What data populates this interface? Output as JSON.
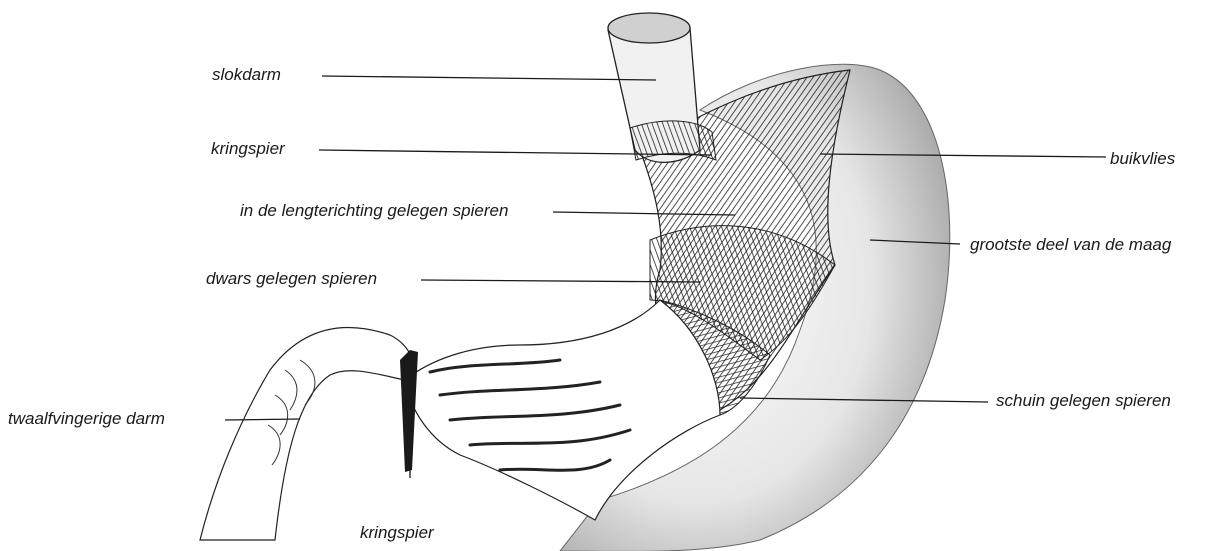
{
  "labels": {
    "slokdarm": "slokdarm",
    "kringspier_top": "kringspier",
    "lengte": "in de lengterichting gelegen spieren",
    "dwars": "dwars gelegen spieren",
    "twaalfvinger": "twaalfvingerige darm",
    "kringspier_bottom": "kringspier",
    "buikvlies": "buikvlies",
    "grootste": "grootste deel van de maag",
    "schuin": "schuin gelegen spieren"
  },
  "colors": {
    "ink": "#1a1a1a",
    "shade": "#bdbdbd",
    "paper": "#ffffff"
  }
}
